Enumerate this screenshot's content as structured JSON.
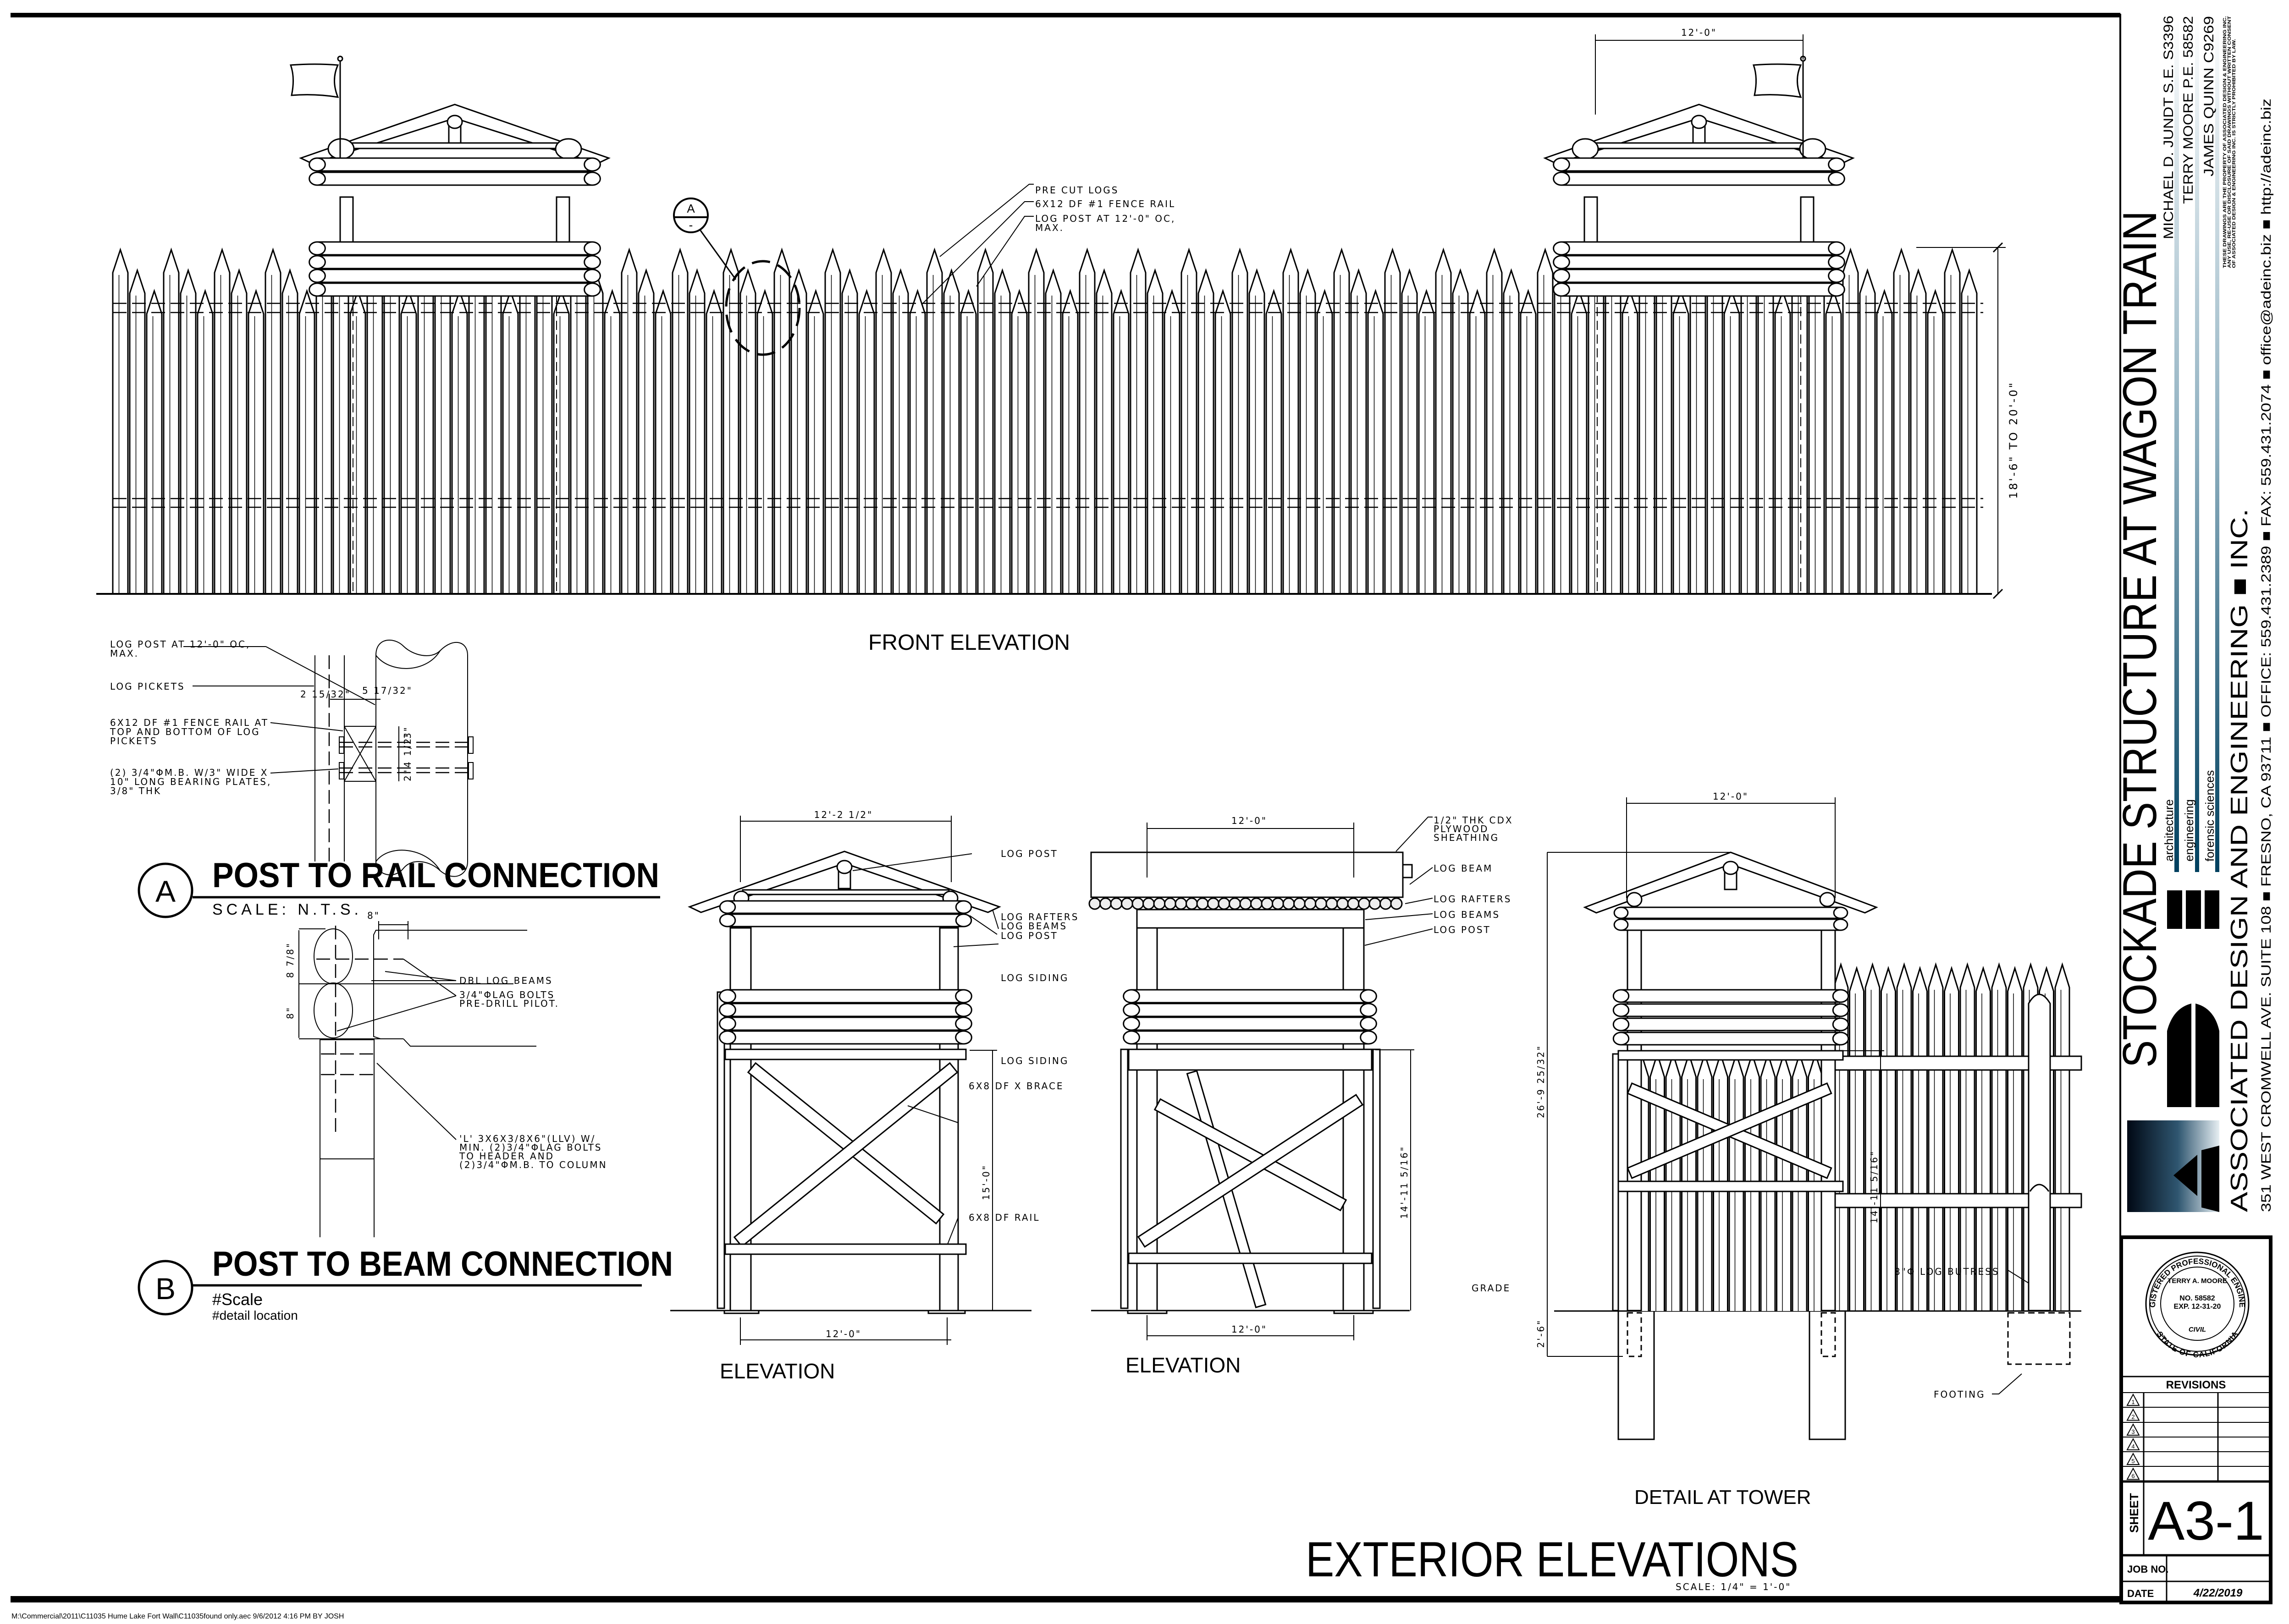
{
  "front_elevation": {
    "title": "FRONT ELEVATION",
    "callouts": [
      "PRE CUT LOGS",
      "6X12 DF #1 FENCE RAIL",
      "LOG POST AT 12'-0\" OC,",
      "MAX."
    ],
    "detail_marker": {
      "letter": "A",
      "sheet": "-"
    },
    "dim_tower_width": "12'-0\"",
    "dim_height": "18'-6\" TO 20'-0\""
  },
  "detail_a": {
    "letter": "A",
    "title": "POST TO RAIL CONNECTION",
    "scale": "SCALE: N.T.S.",
    "labels": [
      "LOG POST AT 12'-0\" OC,",
      "MAX.",
      "LOG PICKETS",
      "6X12 DF #1 FENCE RAIL AT",
      "TOP AND BOTTOM OF LOG",
      "PICKETS",
      "(2) 3/4\"ΦM.B. W/3\" WIDE X",
      "10\" LONG BEARING PLATES,",
      "3/8\" THK"
    ],
    "dims": [
      "2 15/32\"",
      "5 17/32\"",
      "3\"",
      "4 1/2\"",
      "2\""
    ]
  },
  "detail_b": {
    "letter": "B",
    "title": "POST TO BEAM CONNECTION",
    "scale": "#Scale",
    "location": "#detail location",
    "labels": [
      "DBL LOG BEAMS",
      "3/4\"ΦLAG BOLTS",
      "PRE-DRILL PILOT.",
      "'L' 3X6X3/8X6\"(LLV) W/",
      "MIN. (2)3/4\"ΦLAG BOLTS",
      "TO HEADER AND",
      "(2)3/4\"ΦM.B. TO COLUMN"
    ],
    "dims": [
      "8\"",
      "8 7/8\"",
      "8\""
    ]
  },
  "elevation_1": {
    "title": "ELEVATION",
    "dims": [
      "12'-2 1/2\"",
      "12'-0\"",
      "15'-0\""
    ],
    "labels": [
      "LOG POST",
      "LOG RAFTERS",
      "LOG BEAMS",
      "LOG POST",
      "LOG SIDING",
      "LOG SIDING",
      "6X8 DF X BRACE",
      "6X8 DF RAIL"
    ]
  },
  "elevation_2": {
    "title": "ELEVATION",
    "dims": [
      "12'-0\"",
      "12'-0\"",
      "14'-11 5/16\""
    ],
    "labels": [
      "1/2\" THK CDX",
      "PLYWOOD",
      "SHEATHING",
      "LOG BEAM",
      "LOG RAFTERS",
      "LOG BEAMS",
      "LOG POST"
    ]
  },
  "detail_tower": {
    "title": "DETAIL AT TOWER",
    "dims": [
      "12'-0\"",
      "26'-9 25/32\"",
      "2'-6\"",
      "14'-11 5/16\""
    ],
    "labels": [
      "GRADE",
      "8\"Φ LOG BUTRESS",
      "FOOTING"
    ]
  },
  "sheet_title": "EXTERIOR ELEVATIONS",
  "sheet_scale": "SCALE: 1/4\" = 1'-0\"",
  "file_path": "M:\\Commercial\\2011\\C11035 Hume Lake Fort Wall\\C11035found only.aec 9/6/2012 4:16 PM BY JOSH",
  "title_block": {
    "project_title": "STOCKADE STRUCTURE AT WAGON TRAIN",
    "engineers": [
      "MICHAEL D. JUNDT S.E. S3396",
      "TERRY MOORE P.E. 58582",
      "JAMES QUINN C9269"
    ],
    "disclaimer": [
      "THESE DRAWINGS ARE THE PROPERTY OF ASSOCIATED DESIGN & ENGINEERING INC.",
      "ANY USE, RE-USE OR DISCLOSURE OF SAID DRAWINGS WITHOUT WRITTEN CONSENT",
      "OF ASSOCIATED DESIGN & ENGINEERING INC. IS STRICTLY PROHIBITED BY LAW."
    ],
    "services": [
      "architecture",
      "engineering",
      "forensic sciences"
    ],
    "company": "ASSOCIATED DESIGN AND ENGINEERING ■ INC.",
    "contact": "351 WEST CROMWELL AVE. SUITE 108 ■ FRESNO, CA 93711 ■ OFFICE: 559.431.2389 ■ FAX: 559.431.2074 ■ office@adeinc.biz ■ http://adeinc.biz",
    "seal": {
      "ring_top": "REGISTERED PROFESSIONAL ENGINEER",
      "ring_bottom": "STATE OF CALIFORNIA",
      "name": "TERRY A. MOORE",
      "number": "NO. 58582",
      "expires": "EXP. 12-31-20",
      "discipline": "CIVIL"
    },
    "revisions_label": "REVISIONS",
    "revision_numbers": [
      "1",
      "2",
      "3",
      "4",
      "5",
      "6"
    ],
    "sheet_label": "SHEET",
    "sheet_number": "A3-1",
    "job_no_label": "JOB NO.",
    "job_no": "",
    "date_label": "DATE",
    "date": "4/22/2019",
    "accent_color": "#5a8aa0",
    "dark_color": "#001a33"
  }
}
